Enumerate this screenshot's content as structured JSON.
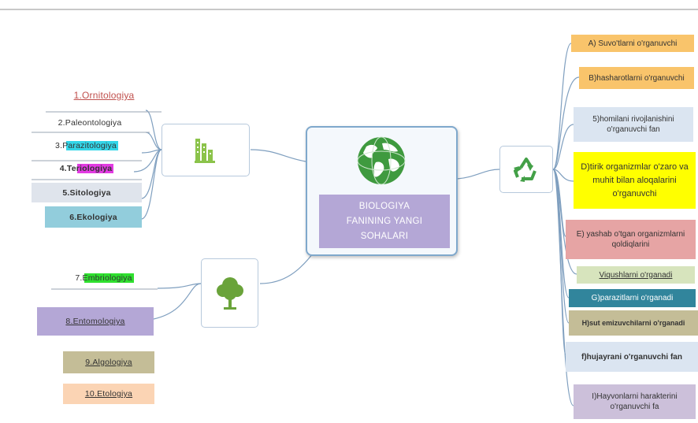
{
  "center": {
    "title_lines": [
      "BIOLOGIYA",
      "FANINING YANGI",
      "SOHALARI"
    ],
    "icon": "globe-icon"
  },
  "hubs": {
    "top_left_icon": "building-chart-icon",
    "bottom_left_icon": "tree-icon",
    "right_icon": "recycle-icon"
  },
  "left_top": [
    {
      "text": "1.Ornitologiya",
      "color": "#ffffff",
      "text_color": "#c0504d"
    },
    {
      "text": "2.Paleontologiya",
      "color": "#ffffff",
      "text_color": "#333333"
    },
    {
      "text": "3.Parazitologiya",
      "color": "#ffffff",
      "highlight": "#33d6e8"
    },
    {
      "text": "4.Teriologiya",
      "color": "#ffffff",
      "highlight": "#e23be2"
    },
    {
      "text": "5.Sitologiya",
      "color": "#dfe4ec",
      "text_color": "#333333"
    },
    {
      "text": "6.Ekologiya",
      "color": "#92cddc",
      "text_color": "#333333"
    }
  ],
  "left_bottom": [
    {
      "text": "7.Embriologiya",
      "color": "#ffffff",
      "highlight": "#2fe02f"
    },
    {
      "text": "8.Entomologiya",
      "color": "#b4a7d6"
    },
    {
      "text": "9.Algologiya",
      "color": "#c4bd97"
    },
    {
      "text": "10.Etologiya",
      "color": "#fbd4b4"
    }
  ],
  "right": [
    {
      "text": "A) Suvo'tlarni o'rganuvchi",
      "color": "#f9c46b"
    },
    {
      "text": "B)hasharotlarni o'rganuvchi",
      "color": "#f9c46b"
    },
    {
      "text": "5)homilani rivojlanishini o'rganuvchi fan",
      "color": "#dbe5f1"
    },
    {
      "text": "D)tirik organizmlar o'zaro va muhit bilan aloqalarini o'rganuvchi",
      "color": "#ffff00"
    },
    {
      "text": "E) yashab o'tgan organizmlarni qoldiqlarini",
      "color": "#e6a4a4"
    },
    {
      "text": "Viqushlarni o'rganadi",
      "color": "#d7e4bd"
    },
    {
      "text": "G)parazitlarni o'rganadi",
      "color": "#31859c"
    },
    {
      "text": "H)sut emizuvchilarni o'rganadi",
      "color": "#c4bd97"
    },
    {
      "text": "f)hujayrani o'rganuvchi fan",
      "color": "#dbe5f1"
    },
    {
      "text": "I)Hayvonlarni harakterini o'rganuvchi fa",
      "color": "#ccc0da"
    }
  ]
}
